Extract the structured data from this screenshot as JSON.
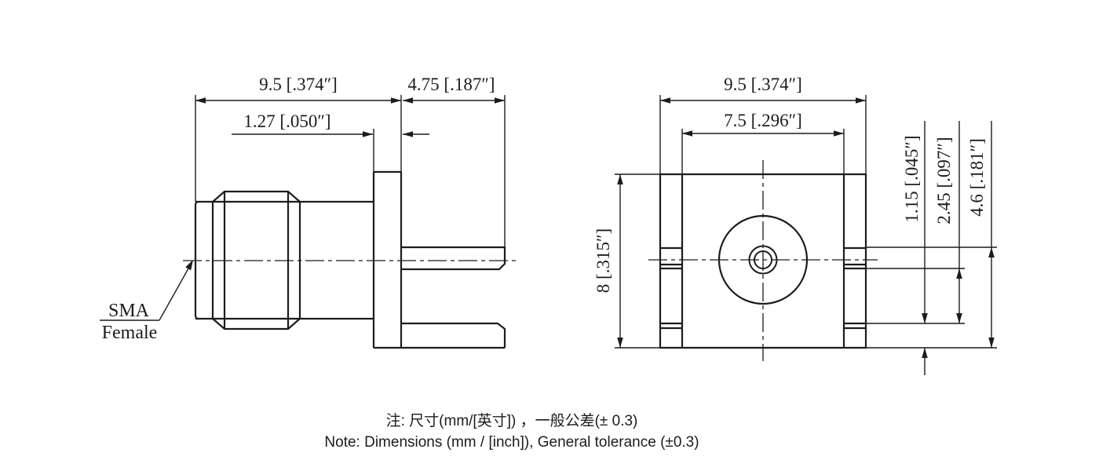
{
  "left_view": {
    "dim_body_length": "9.5 [.374″]",
    "dim_leg_length": "4.75 [.187″]",
    "dim_flange_thickness": "1.27 [.050″]",
    "callout_line1": "SMA",
    "callout_line2": "Female"
  },
  "right_view": {
    "dim_flange_width": "9.5 [.374″]",
    "dim_leg_spacing": "7.5 [.296″]",
    "dim_flange_height": "8 [.315″]",
    "dim_leg_thickness": "1.15 [.045″]",
    "dim_leg_inset": "2.45 [.097″]",
    "dim_leg_extent": "4.6 [.181″]"
  },
  "notes": {
    "chinese": "注: 尺寸(mm/[英寸]) ，一般公差(± 0.3)",
    "english": "Note: Dimensions (mm / [inch]), General tolerance (±0.3)"
  },
  "colors": {
    "line": "#1c1c1c",
    "background": "#ffffff"
  }
}
